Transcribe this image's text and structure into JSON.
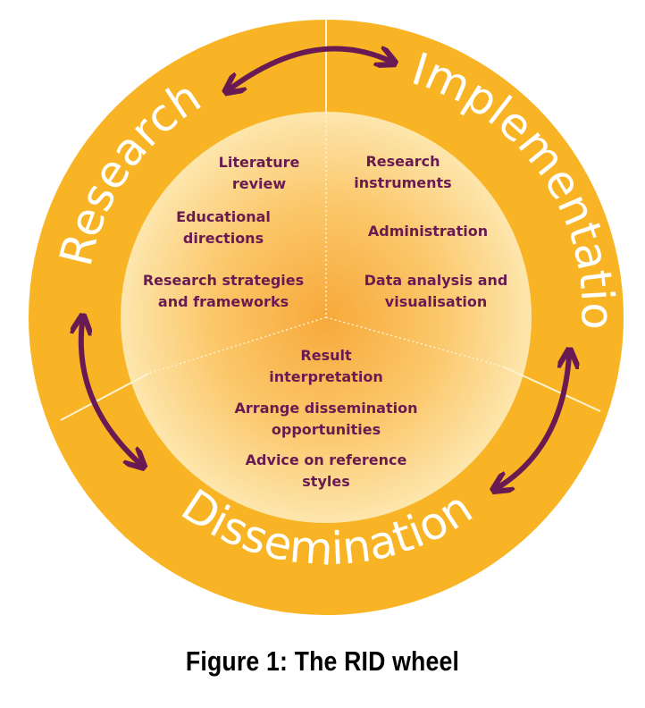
{
  "segments": {
    "research": {
      "title": "Research",
      "items": [
        "Literature",
        "review",
        "Educational",
        "directions",
        "Research strategies",
        "and frameworks"
      ]
    },
    "implementation": {
      "title": "Implementation",
      "items": [
        "Research",
        "instruments",
        "Administration",
        "Data analysis and",
        "visualisation"
      ]
    },
    "dissemination": {
      "title": "Dissemination",
      "items": [
        "Result",
        "interpretation",
        "Arrange dissemination",
        "opportunities",
        "Advice on reference",
        "styles"
      ]
    }
  },
  "caption": "Figure 1: The RID wheel",
  "colors": {
    "ring": "#f8b425",
    "inner_center": "#f7a93a",
    "inner_edge": "#fde3a5",
    "arrow": "#6a1a52",
    "text": "#6a1a52"
  }
}
